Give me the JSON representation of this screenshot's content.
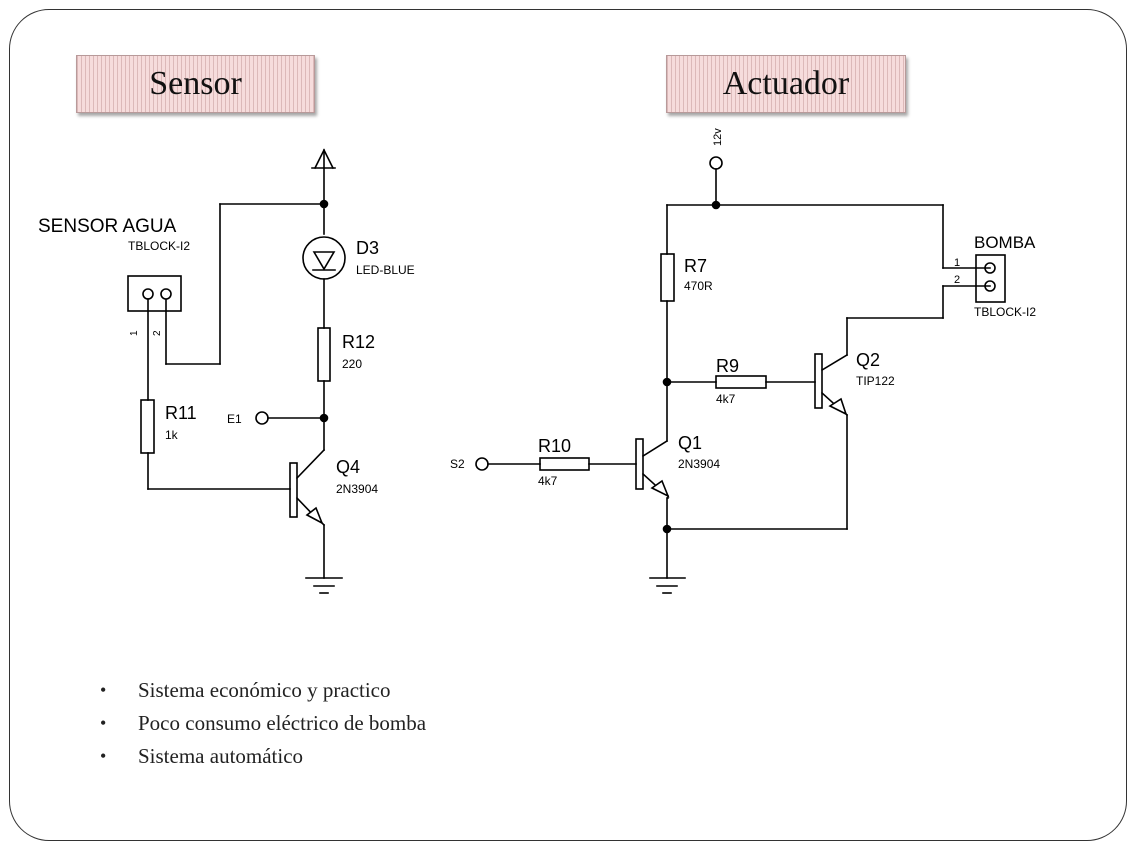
{
  "titles": {
    "sensor": "Sensor",
    "actuador": "Actuador"
  },
  "sensor_circuit": {
    "connector_name": "SENSOR AGUA",
    "connector_type": "TBLOCK-I2",
    "pin1": "1",
    "pin2": "2",
    "d3_name": "D3",
    "d3_value": "LED-BLUE",
    "r12_name": "R12",
    "r12_value": "220",
    "r11_name": "R11",
    "r11_value": "1k",
    "e1_label": "E1",
    "q4_name": "Q4",
    "q4_value": "2N3904"
  },
  "actuator_circuit": {
    "supply_label": "12v",
    "r7_name": "R7",
    "r7_value": "470R",
    "bomba_name": "BOMBA",
    "bomba_type": "TBLOCK-I2",
    "pin1": "1",
    "pin2": "2",
    "r9_name": "R9",
    "r9_value": "4k7",
    "q2_name": "Q2",
    "q2_value": "TIP122",
    "r10_name": "R10",
    "r10_value": "4k7",
    "s2_label": "S2",
    "q1_name": "Q1",
    "q1_value": "2N3904"
  },
  "bullets": [
    "Sistema económico y practico",
    "Poco consumo eléctrico de bomba",
    "Sistema automático"
  ]
}
